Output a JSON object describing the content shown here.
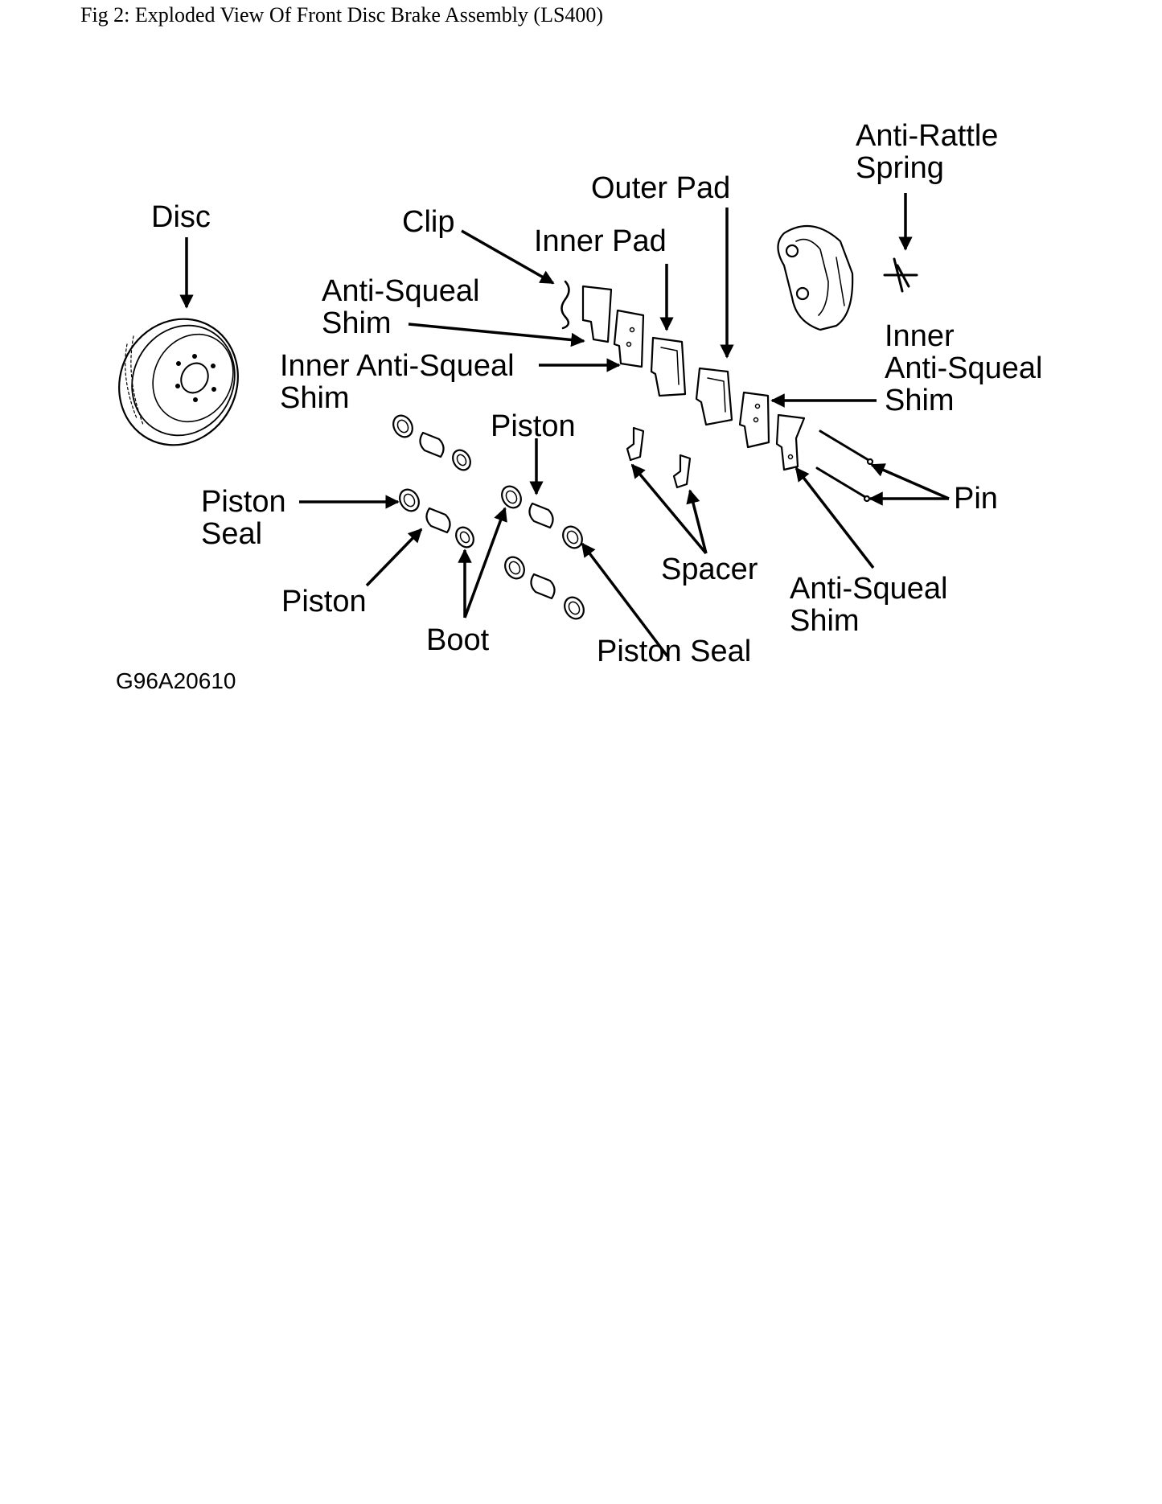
{
  "caption": "Fig 2: Exploded View Of Front Disc Brake Assembly (LS400)",
  "figure_code": "G96A20610",
  "labels": {
    "disc": "Disc",
    "clip": "Clip",
    "inner_pad": "Inner Pad",
    "outer_pad": "Outer Pad",
    "anti_rattle_spring": [
      "Anti-Rattle",
      "Spring"
    ],
    "anti_squeal_shim_upper": [
      "Anti-Squeal",
      "Shim"
    ],
    "inner_anti_squeal_shim_left": [
      "Inner Anti-Squeal",
      "Shim"
    ],
    "inner_anti_squeal_shim_right": [
      "Inner",
      "Anti-Squeal",
      "Shim"
    ],
    "piston_top": "Piston",
    "piston_seal_left": [
      "Piston",
      "Seal"
    ],
    "piston_lower": "Piston",
    "boot": "Boot",
    "piston_seal_bottom": "Piston Seal",
    "spacer": "Spacer",
    "anti_squeal_shim_lower": [
      "Anti-Squeal",
      "Shim"
    ],
    "pin": "Pin"
  }
}
